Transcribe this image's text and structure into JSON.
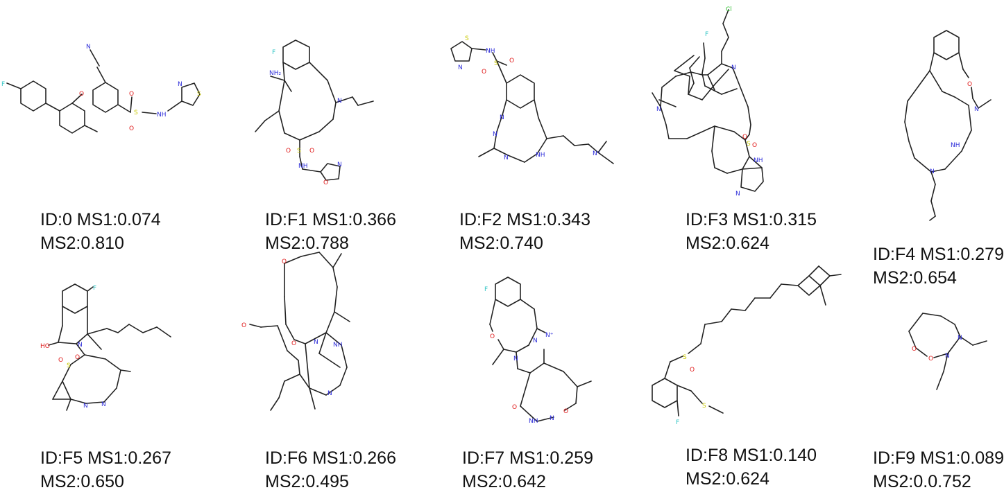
{
  "colors": {
    "bond": "#222222",
    "nitrogen": "#2b2bd9",
    "oxygen": "#e01b1b",
    "sulfur": "#c8c800",
    "fluorine": "#35c6c6",
    "chlorine": "#2fbf2f"
  },
  "atom_labels": {
    "n": "N",
    "nh": "NH",
    "nh2": "NH₂",
    "o": "O",
    "s": "S",
    "f": "F",
    "cl": "Cl",
    "nplus": "N⁺",
    "ho": "HO"
  },
  "molecules": [
    {
      "id_line": "ID:0 MS1:0.074",
      "ms2_line": "MS2:0.810"
    },
    {
      "id_line": "ID:F1 MS1:0.366",
      "ms2_line": "MS2:0.788"
    },
    {
      "id_line": "ID:F2 MS1:0.343",
      "ms2_line": "MS2:0.740"
    },
    {
      "id_line": "ID:F3 MS1:0.315",
      "ms2_line": "MS2:0.624"
    },
    {
      "id_line": "ID:F4 MS1:0.279",
      "ms2_line": "MS2:0.654"
    },
    {
      "id_line": "ID:F5 MS1:0.267",
      "ms2_line": "MS2:0.650"
    },
    {
      "id_line": "ID:F6 MS1:0.266",
      "ms2_line": "MS2:0.495"
    },
    {
      "id_line": "ID:F7 MS1:0.259",
      "ms2_line": "MS2:0.642"
    },
    {
      "id_line": "ID:F8 MS1:0.140",
      "ms2_line": "MS2:0.624"
    },
    {
      "id_line": "ID:F9 MS1:0.089",
      "ms2_line": "MS2:0.0.752"
    }
  ]
}
